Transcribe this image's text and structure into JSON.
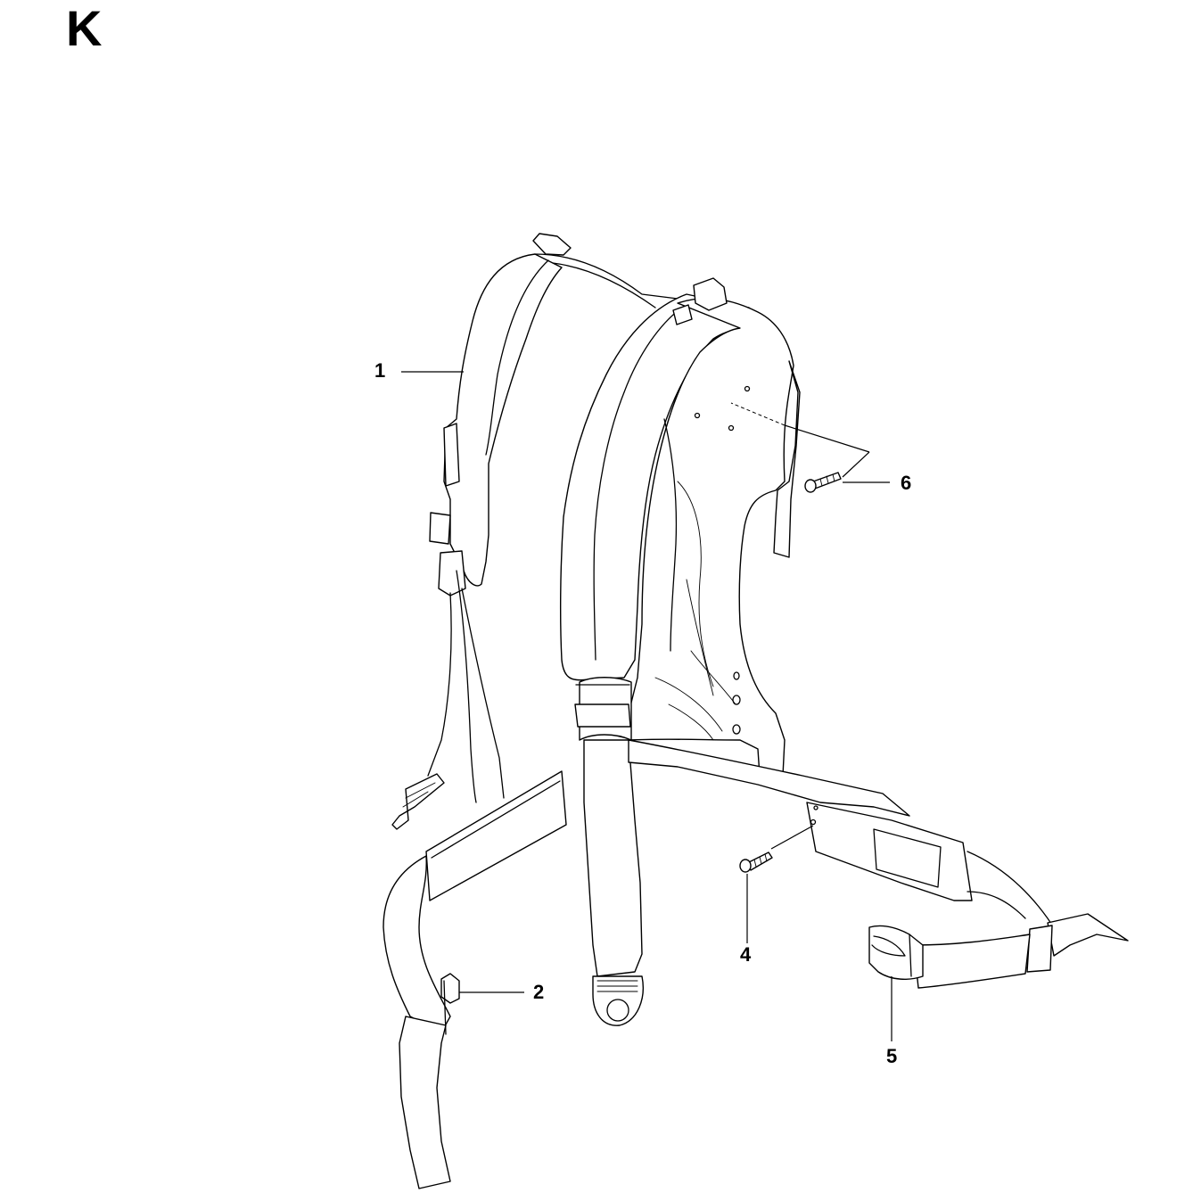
{
  "section": {
    "letter": "K"
  },
  "callouts": [
    {
      "id": "1",
      "label": "1"
    },
    {
      "id": "2",
      "label": "2"
    },
    {
      "id": "4",
      "label": "4"
    },
    {
      "id": "5",
      "label": "5"
    },
    {
      "id": "6",
      "label": "6"
    }
  ]
}
